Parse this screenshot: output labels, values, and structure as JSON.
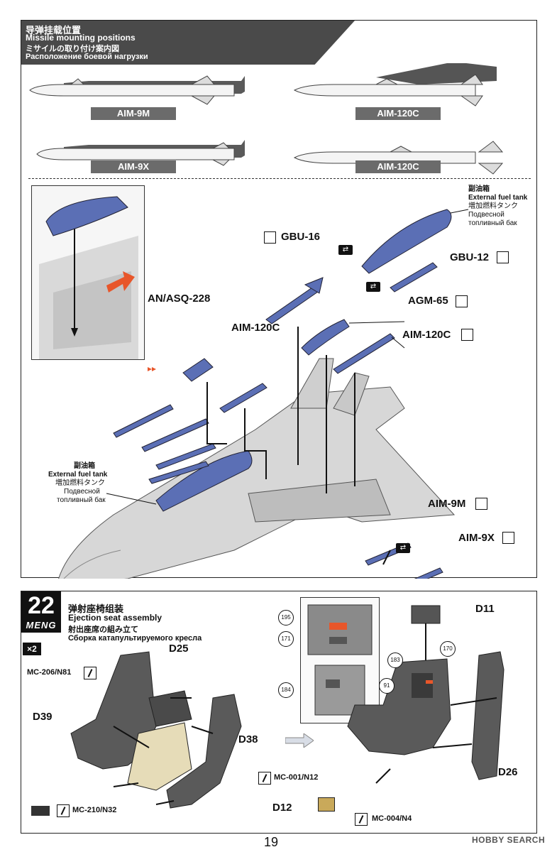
{
  "top_header": {
    "line_cn": "导弹挂载位置",
    "line_en": "Missile mounting positions",
    "line_jp": "ミサイルの取り付け案内図",
    "line_ru": "Расположение боевой нагрузки"
  },
  "missile_labels": {
    "aim9m": "AIM-9M",
    "aim120c_a": "AIM-120C",
    "aim9x": "AIM-9X",
    "aim120c_b": "AIM-120C"
  },
  "callouts": {
    "gbu16": "GBU-16",
    "gbu12": "GBU-12",
    "agm65": "AGM-65",
    "aim120c_right": "AIM-120C",
    "aim120c_center": "AIM-120C",
    "anasq": "AN/ASQ-228",
    "aim9m": "AIM-9M",
    "aim9x": "AIM-9X"
  },
  "fuel_tank_top": {
    "cn": "副油箱",
    "en": "External fuel tank",
    "jp": "増加燃料タンク",
    "ru1": "Подвесной",
    "ru2": "топливный бак"
  },
  "fuel_tank_left": {
    "cn": "副油箱",
    "en": "External fuel tank",
    "jp": "増加燃料タンク",
    "ru1": "Подвесной",
    "ru2": "топливный бак"
  },
  "step": {
    "number": "22",
    "brand": "MENG",
    "title_cn": "弹射座椅组装",
    "title_en": "Ejection seat assembly",
    "title_jp": "射出座席の組み立て",
    "title_ru": "Сборка катапультируемого кресла",
    "multiplier": "×2"
  },
  "parts": {
    "d25": "D25",
    "d39": "D39",
    "d38": "D38",
    "d11": "D11",
    "d26": "D26",
    "d12": "D12"
  },
  "paints": {
    "mc206": "MC-206/N81",
    "mc210": "MC-210/N32",
    "mc001": "MC-001/N12",
    "mc004": "MC-004/N4"
  },
  "circled": {
    "c195": "195",
    "c171": "171",
    "c184": "184",
    "c183": "183",
    "c170": "170",
    "c91": "91"
  },
  "page_number": "19",
  "watermark": "HOBBY SEARCH",
  "colors": {
    "missile_blue": "#5b6fb5",
    "header_gray": "#4a4a4a",
    "label_gray": "#6b6b6b",
    "seat_tan": "#e6dcb8",
    "seat_dark": "#555555",
    "arrow_orange": "#e8562a"
  }
}
